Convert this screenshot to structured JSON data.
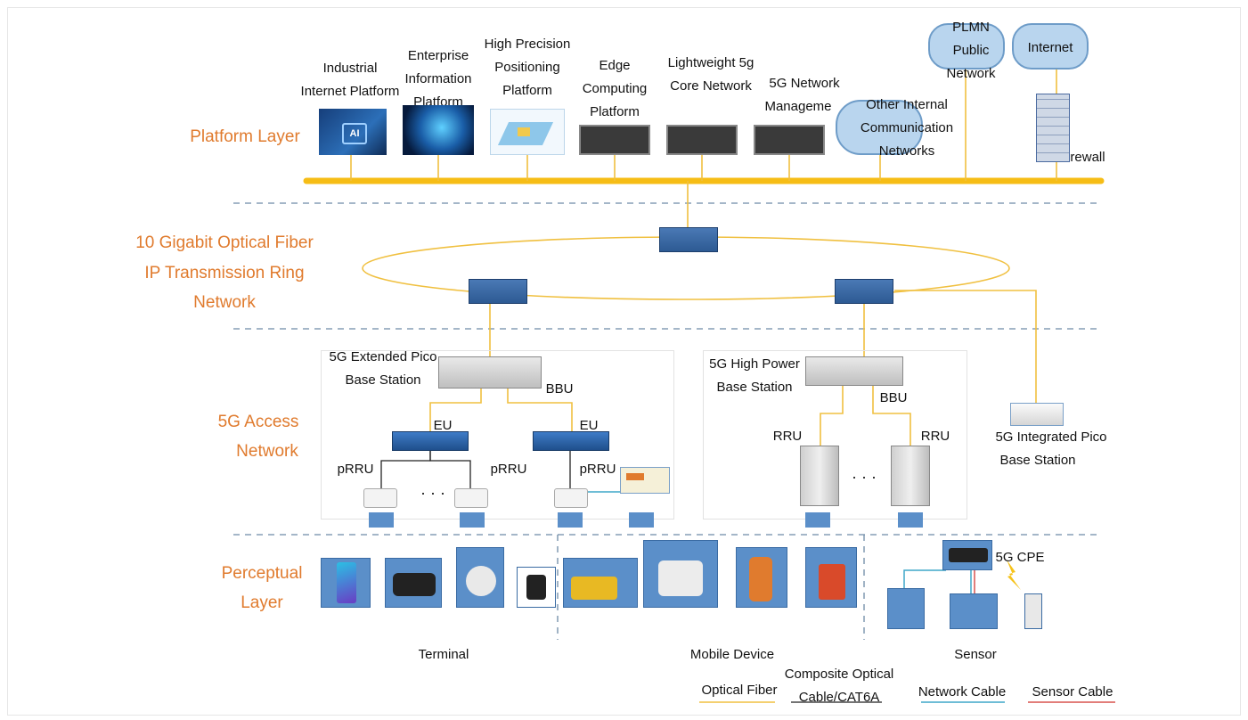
{
  "layers": {
    "platform": "Platform Layer",
    "transport_1": "10 Gigabit Optical Fiber",
    "transport_2": "IP Transmission Ring",
    "transport_3": "Network",
    "access_1": "5G Access",
    "access_2": "Network",
    "perceptual_1": "Perceptual",
    "perceptual_2": "Layer"
  },
  "platforms": {
    "industrial": [
      "Industrial",
      "Internet Platform"
    ],
    "enterprise": [
      "Enterprise",
      "Information",
      "Platform"
    ],
    "positioning": [
      "High Precision",
      "Positioning",
      "Platform"
    ],
    "edge": [
      "Edge",
      "Computing",
      "Platform"
    ],
    "core": [
      "Lightweight 5g",
      "Core Network"
    ],
    "nms": [
      "5G Network",
      "Manageme"
    ],
    "other": [
      "Other Internal",
      "Communication",
      "Networks"
    ],
    "plmn": [
      "PLMN",
      "Public",
      "Network"
    ],
    "internet": "Internet",
    "firewall": "rewall",
    "ai_badge": "AI"
  },
  "access": {
    "pico": [
      "5G Extended Pico",
      "Base Station"
    ],
    "bbu": "BBU",
    "eu": "EU",
    "prru": "pRRU",
    "dots": "· · ·",
    "high_power": [
      "5G High Power",
      "Base Station"
    ],
    "rru": "RRU",
    "integrated": [
      "5G Integrated Pico",
      "Base Station"
    ]
  },
  "perceptual": {
    "terminal": "Terminal",
    "mobile": "Mobile Device",
    "sensor": "Sensor",
    "cpe": "5G CPE"
  },
  "legend": {
    "optical": "Optical Fiber",
    "composite": [
      "Composite Optical",
      "Cable/CAT6A"
    ],
    "network": "Network Cable",
    "sensor": "Sensor Cable"
  },
  "colors": {
    "layer_label": "#e07b2e",
    "optical_fiber": "#f0c040",
    "network_cable": "#3fa7c9",
    "sensor_cable": "#d9534f",
    "device_blue": "#5b8fc9"
  }
}
